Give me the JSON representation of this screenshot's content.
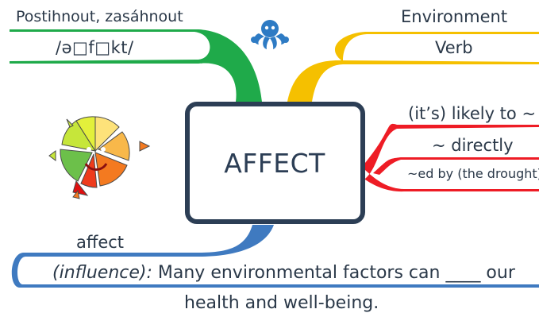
{
  "topic": {
    "word": "AFFECT"
  },
  "top_left": {
    "translation": "Postihnout, zasáhnout",
    "pronunciation": "/ə□f□kt/"
  },
  "top_right": {
    "topic": "Environment",
    "part_of_speech": "Verb"
  },
  "right": {
    "phrase1": "(it’s) likely to ~",
    "phrase2": "~ directly",
    "phrase3": "~ed by (the drought)"
  },
  "bottom": {
    "word": "affect",
    "meaning": "(influence):",
    "sentence_part1": " Many environmental factors can ",
    "blank": "____",
    "sentence_part2": " our",
    "sentence_line2": "health and well-being."
  },
  "colors": {
    "green": "#1faa4a",
    "yellow": "#f5c000",
    "red": "#ee1c25",
    "blue": "#3f7ac0",
    "box_border": "#2c3e55",
    "octopus": "#2e7bc4"
  },
  "icons": {
    "mascot": "octopus-icon",
    "chart": "pie-chart-icon"
  }
}
